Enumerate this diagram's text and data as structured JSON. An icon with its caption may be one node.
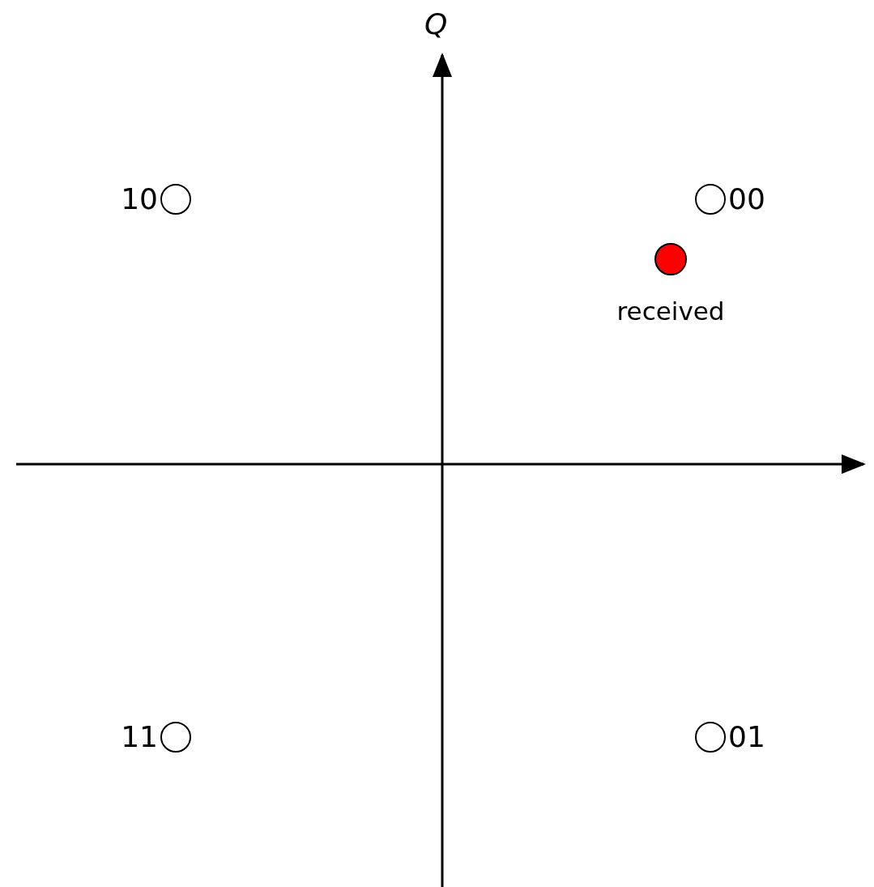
{
  "diagram": {
    "nodes": [
      {
        "text": [],
        "shape": "circle",
        "beside": [
          "10"
        ]
      },
      {
        "text": [],
        "shape": "circle",
        "beside": [
          "00"
        ]
      },
      {
        "text": [],
        "shape": "circle",
        "beside": [
          "received"
        ]
      },
      {
        "text": [],
        "shape": "circle",
        "beside": [
          "11"
        ]
      },
      {
        "text": [],
        "shape": "circle",
        "beside": [
          "01"
        ]
      }
    ],
    "labels": [
      "Q"
    ]
  }
}
